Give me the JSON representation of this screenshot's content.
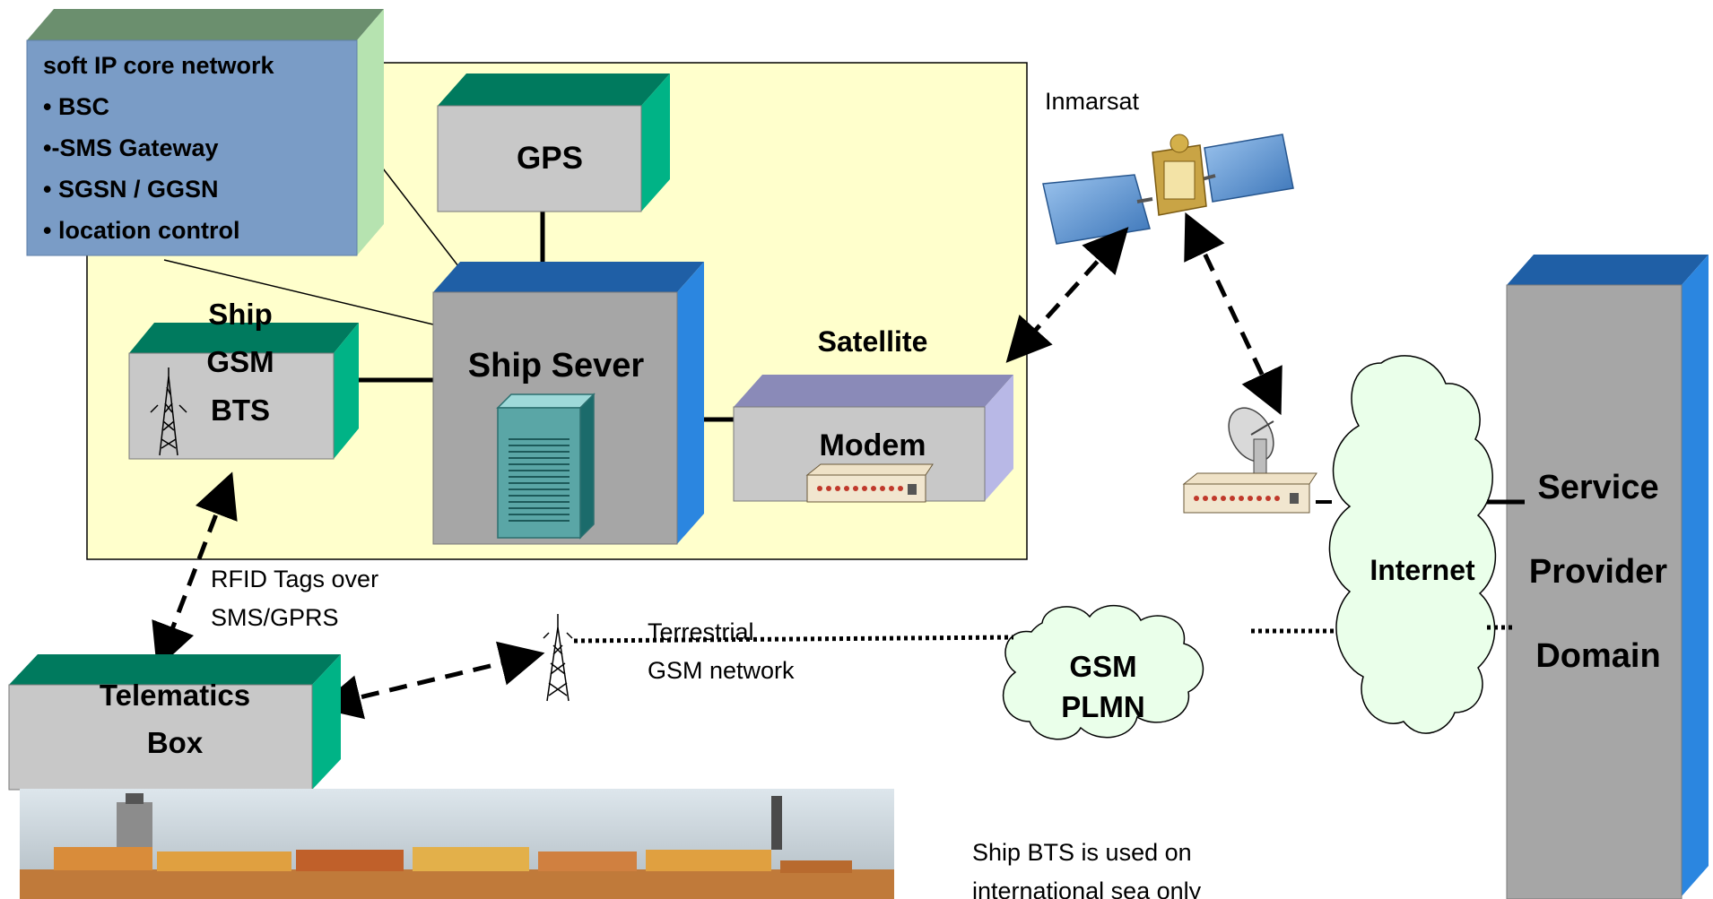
{
  "core_network": {
    "title": "soft IP core network",
    "items": [
      "• BSC",
      "•-SMS Gateway",
      "• SGSN / GGSN",
      "• location control"
    ]
  },
  "gps_label": "GPS",
  "ship_server_label": "Ship Sever",
  "ship_gsm_bts": {
    "line1": "Ship",
    "line2": "GSM",
    "line3": "BTS"
  },
  "satellite_modem": {
    "top_label": "Satellite",
    "modem_label": "Modem"
  },
  "inmarsat_label": "Inmarsat",
  "rfid_label": {
    "line1": "RFID Tags over",
    "line2": "SMS/GPRS"
  },
  "telematics_box": {
    "line1": "Telematics",
    "line2": "Box"
  },
  "terrestrial_label": {
    "line1": "Terrestrial",
    "line2": "GSM network"
  },
  "gsm_plmn": {
    "line1": "GSM",
    "line2": "PLMN"
  },
  "internet_label": "Internet",
  "service_provider": {
    "line1": "Service",
    "line2": "Provider",
    "line3": "Domain"
  },
  "note": {
    "line1": "Ship BTS is used on",
    "line2": "international sea only"
  },
  "colors": {
    "ship_area_fill": "#ffffcc",
    "core_network_front": "#7a9cc6",
    "box_top_green": "#007a5e",
    "box_side_green": "#00b386",
    "box_gray": "#c8c8c8",
    "server_top_blue": "#1f5fa6",
    "server_side_blue": "#2b86e0",
    "modem_top": "#8a8ab8",
    "modem_side": "#b8b8e6"
  }
}
